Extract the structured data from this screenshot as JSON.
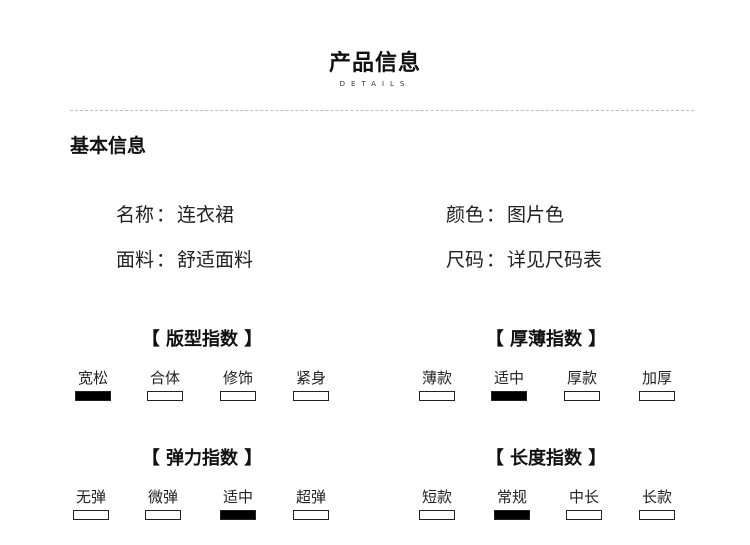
{
  "header": {
    "title": "产品信息",
    "subtitle": "DETAILS"
  },
  "basic": {
    "heading": "基本信息",
    "items": [
      {
        "label": "名称",
        "value": "连衣裙"
      },
      {
        "label": "颜色",
        "value": "图片色"
      },
      {
        "label": "面料",
        "value": "舒适面料"
      },
      {
        "label": "尺码",
        "value": "详见尺码表"
      }
    ],
    "separator": "："
  },
  "indices": [
    {
      "title": "【 版型指数 】",
      "options": [
        "宽松",
        "合体",
        "修饰",
        "紧身"
      ],
      "selected": 0
    },
    {
      "title": "【 厚薄指数 】",
      "options": [
        "薄款",
        "适中",
        "厚款",
        "加厚"
      ],
      "selected": 1
    },
    {
      "title": "【 弹力指数 】",
      "options": [
        "无弹",
        "微弹",
        "适中",
        "超弹"
      ],
      "selected": 2
    },
    {
      "title": "【 长度指数 】",
      "options": [
        "短款",
        "常规",
        "中长",
        "长款"
      ],
      "selected": 1
    }
  ]
}
